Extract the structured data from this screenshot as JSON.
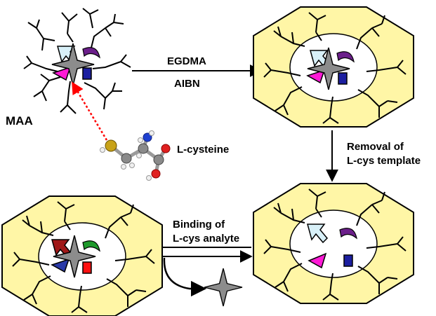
{
  "labels": {
    "monomer": "MAA",
    "crosslinker": "EGDMA",
    "initiator": "AIBN",
    "template": "L-cysteine",
    "removal_line1": "Removal of",
    "removal_line2": "L-cys template",
    "binding_line1": "Binding of",
    "binding_line2": "L-cys analyte"
  },
  "colors": {
    "polymer_fill": "#fff6a6",
    "cavity_fill": "#ffffff",
    "outline": "#000000",
    "star_fill": "#8c8c8c",
    "light_blue_arrow": "#d8f0f8",
    "dark_red_arrow": "#a01818",
    "purple_crescent": "#6b1f8a",
    "green_crescent": "#1f9a2c",
    "magenta_triangle": "#ff1ad6",
    "blue_triangle": "#2a3aa8",
    "blue_square": "#1c1fa0",
    "red_square": "#ff1010",
    "dashed_arrow": "#ff0000"
  }
}
